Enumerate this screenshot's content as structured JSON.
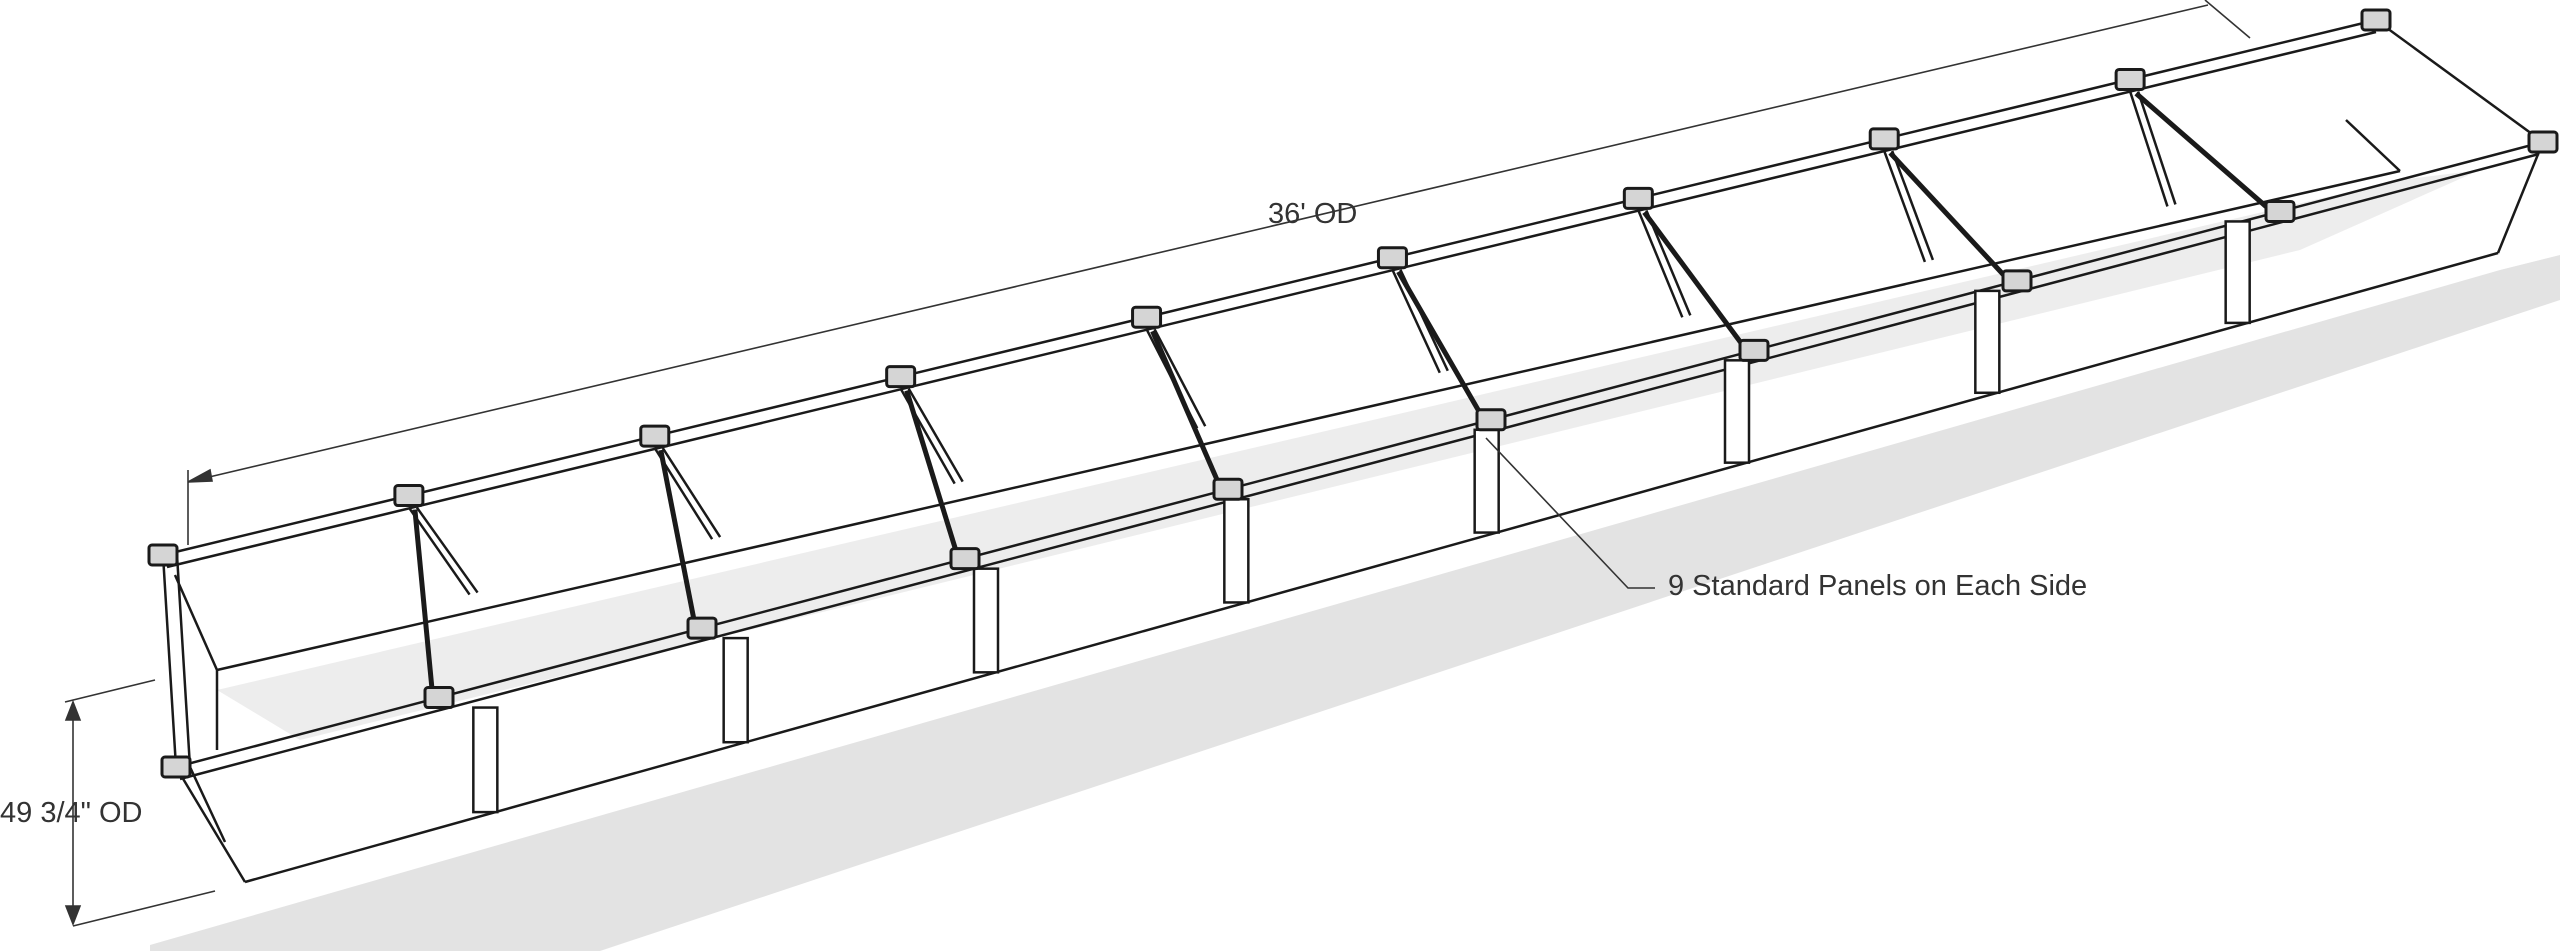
{
  "diagram": {
    "length_label": "36' OD",
    "width_label": "49 3/4\" OD",
    "panels_label": "9 Standard Panels on Each Side",
    "panels_per_side": 9,
    "colors": {
      "line": "#1a1a1a",
      "shadow": "#e3e3e3",
      "text": "#333333"
    }
  }
}
